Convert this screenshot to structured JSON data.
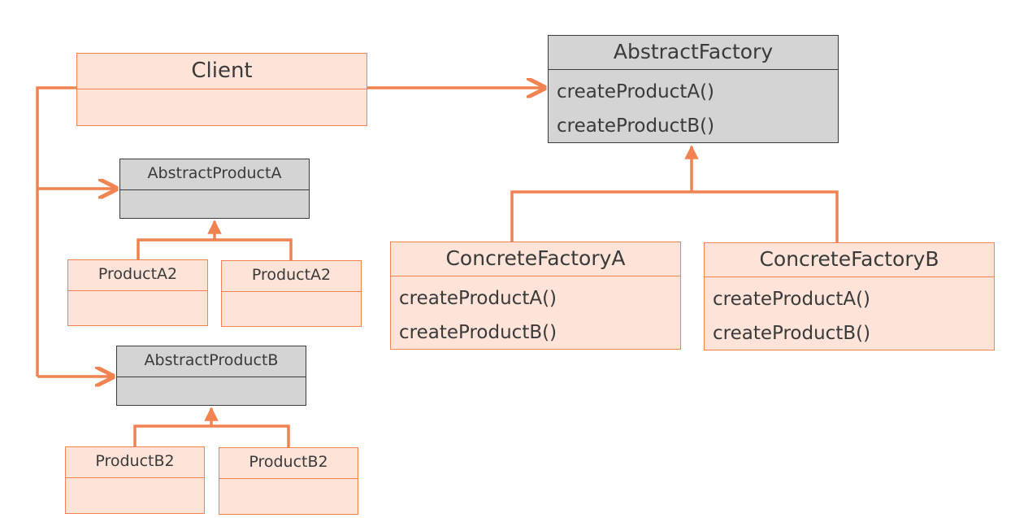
{
  "colors": {
    "connector": "#f0834f",
    "concrete_fill": "#fde3d8",
    "abstract_fill": "#d4d4d4",
    "abstract_border": "#3a3a3a"
  },
  "client": {
    "title": "Client"
  },
  "abstract_factory": {
    "title": "AbstractFactory",
    "methods": [
      "createProductA()",
      "createProductB()"
    ]
  },
  "concrete_factory_a": {
    "title": "ConcreteFactoryA",
    "methods": [
      "createProductA()",
      "createProductB()"
    ]
  },
  "concrete_factory_b": {
    "title": "ConcreteFactoryB",
    "methods": [
      "createProductA()",
      "createProductB()"
    ]
  },
  "abstract_product_a": {
    "title": "AbstractProductA"
  },
  "product_a_left": {
    "title": "ProductA2"
  },
  "product_a_right": {
    "title": "ProductA2"
  },
  "abstract_product_b": {
    "title": "AbstractProductB"
  },
  "product_b_left": {
    "title": "ProductB2"
  },
  "product_b_right": {
    "title": "ProductB2"
  }
}
